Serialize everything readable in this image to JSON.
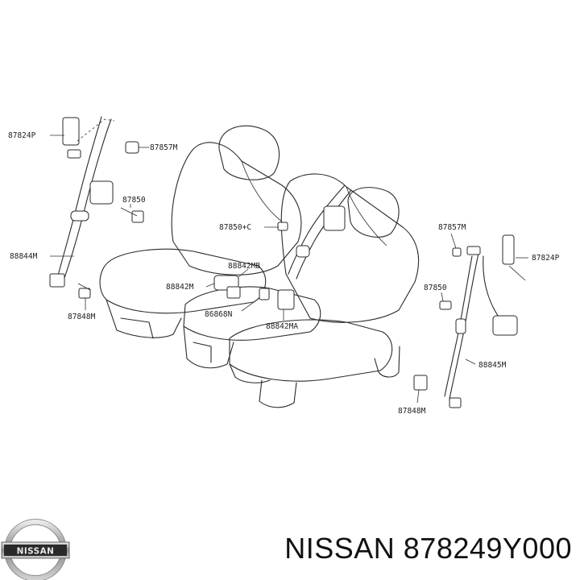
{
  "parts": {
    "p87824P_left": "87824P",
    "p87857M_left": "87857M",
    "p87850_left": "87850",
    "p88844M": "88844M",
    "p87848M_left": "87848M",
    "p87850C": "87850+C",
    "p88842MB": "88842MB",
    "p88842M": "88842M",
    "p86868N": "86868N",
    "p88842MA": "88842MA",
    "p87857M_right": "87857M",
    "p87824P_right": "87824P",
    "p87850_right": "87850",
    "p88845M": "88845M",
    "p87848M_right": "87848M"
  },
  "logo": {
    "text": "NISSAN"
  },
  "footer": {
    "brand": "NISSAN",
    "part_number": "878249Y000"
  }
}
